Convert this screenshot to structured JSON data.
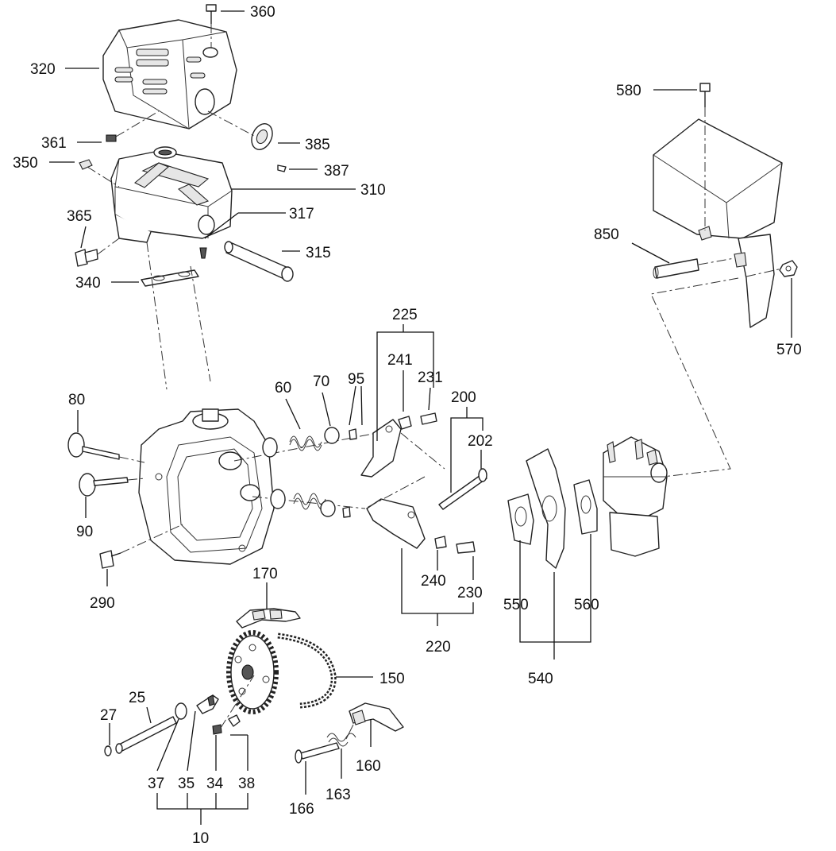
{
  "callouts": {
    "c360": "360",
    "c320": "320",
    "c361": "361",
    "c385": "385",
    "c350": "350",
    "c387": "387",
    "c310": "310",
    "c365": "365",
    "c317": "317",
    "c315": "315",
    "c340": "340",
    "c580": "580",
    "c850": "850",
    "c570": "570",
    "c225": "225",
    "c241": "241",
    "c231": "231",
    "c95": "95",
    "c70": "70",
    "c60": "60",
    "c80": "80",
    "c90": "90",
    "c290": "290",
    "c200": "200",
    "c202": "202",
    "c240": "240",
    "c230": "230",
    "c220": "220",
    "c550": "550",
    "c560": "560",
    "c540": "540",
    "c170": "170",
    "c150": "150",
    "c160": "160",
    "c163": "163",
    "c166": "166",
    "c25": "25",
    "c27": "27",
    "c37": "37",
    "c35": "35",
    "c34": "34",
    "c38": "38",
    "c10": "10"
  },
  "parts": [
    {
      "id": "muffler-shield",
      "callout": "320"
    },
    {
      "id": "muffler",
      "callout": "310"
    },
    {
      "id": "air-cleaner",
      "callout": "580"
    },
    {
      "id": "cylinder-head",
      "callout": "290"
    },
    {
      "id": "carburetor",
      "callout": "540"
    },
    {
      "id": "camshaft-sprocket",
      "callout": "10"
    },
    {
      "id": "timing-chain",
      "callout": "150"
    }
  ]
}
